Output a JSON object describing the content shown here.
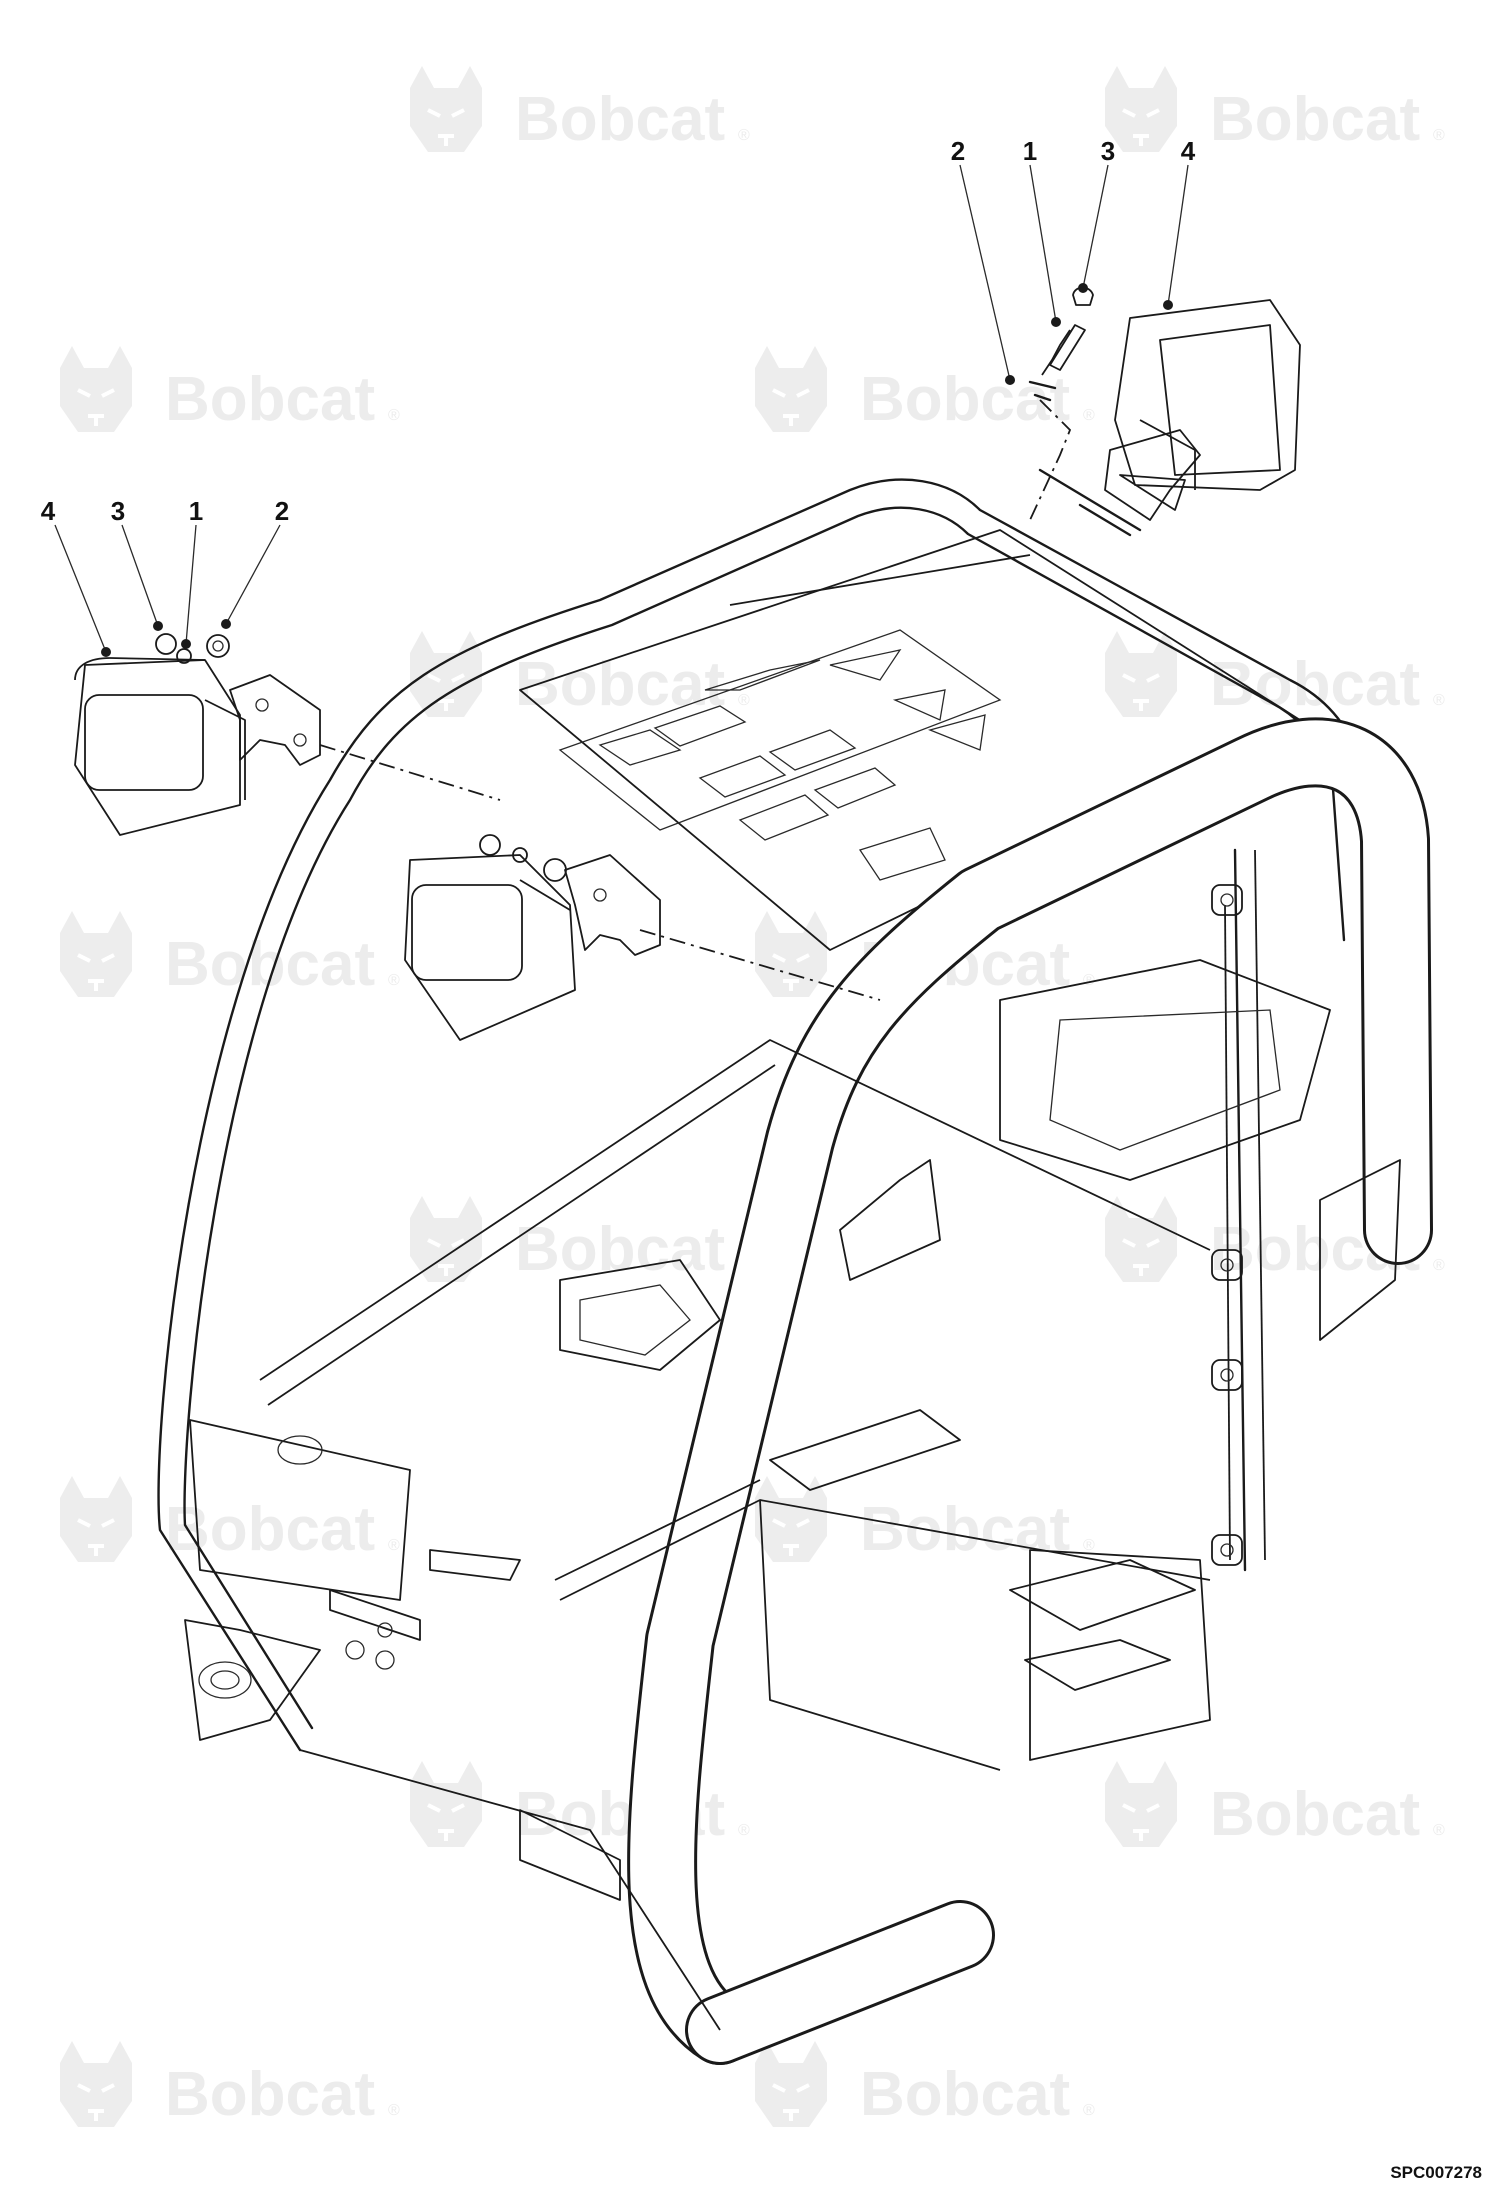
{
  "watermark": {
    "brand": "Bobcat",
    "mark": "®",
    "logo_icon": "bobcat-head-icon"
  },
  "reference_code": "SPC007278",
  "callouts": {
    "left_lamp": [
      "4",
      "3",
      "1",
      "2"
    ],
    "right_lamp": [
      "2",
      "1",
      "3",
      "4"
    ]
  },
  "colors": {
    "line": "#1a1a1a",
    "watermark": "#ececec",
    "background": "#ffffff"
  }
}
